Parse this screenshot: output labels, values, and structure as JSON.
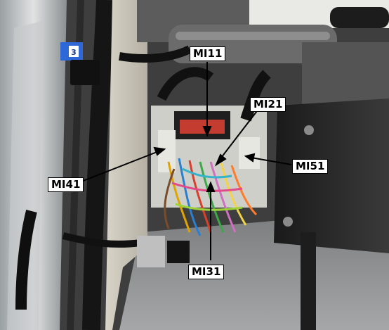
{
  "photo": {
    "subject": "vehicle-interior-wiring-connectors",
    "labels": {
      "mi11": "MI11",
      "mi21": "MI21",
      "mi31": "MI31",
      "mi41": "MI41",
      "mi51": "MI51"
    },
    "badge": "3"
  },
  "colors": {
    "background": "#ffffff",
    "label_bg": "#ffffff",
    "label_text": "#000000",
    "leader_line": "#000000"
  }
}
